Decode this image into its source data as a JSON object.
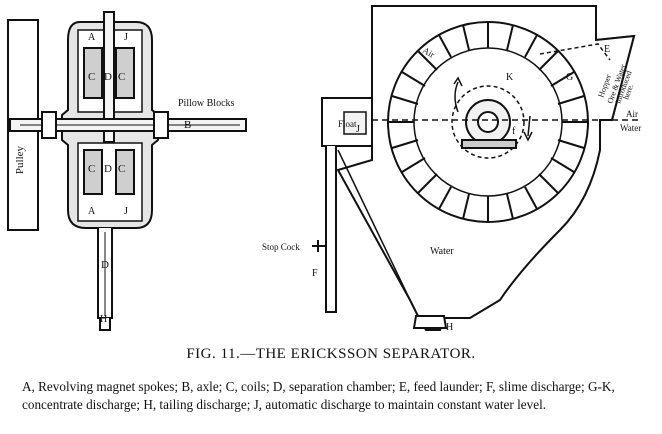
{
  "figure": {
    "caption_title": "FIG. 11.—THE ERICKSSON SEPARATOR.",
    "caption_body": "A, Revolving magnet spokes; B, axle; C, coils; D, separation chamber; E, feed launder; F, slime discharge; G-K, concentrate discharge; H, tailing discharge; J, automatic discharge to maintain constant water level."
  },
  "labels": {
    "left": {
      "pulley": "Pulley",
      "pillow_blocks": "Pillow Blocks",
      "B": "B",
      "A_top": "A",
      "J_top": "J",
      "A_bottom": "A",
      "J_bottom": "J",
      "C1": "C",
      "D1": "D",
      "C2": "C",
      "C3": "C",
      "D2": "D",
      "C4": "C",
      "D3": "D",
      "H": "H"
    },
    "right": {
      "air_wheel": "Air",
      "K": "K",
      "G": "G",
      "E": "E",
      "hopper": "Hopper",
      "ore_water_1": "Ore & Water",
      "ore_water_2": "introduced",
      "ore_water_3": "here.",
      "air_side": "Air",
      "water_side": "Water",
      "float": "Float",
      "J": "J",
      "stop_cock": "Stop Cock",
      "F": "F",
      "water_tank": "Water",
      "H": "H",
      "f_arrow": "f"
    }
  }
}
